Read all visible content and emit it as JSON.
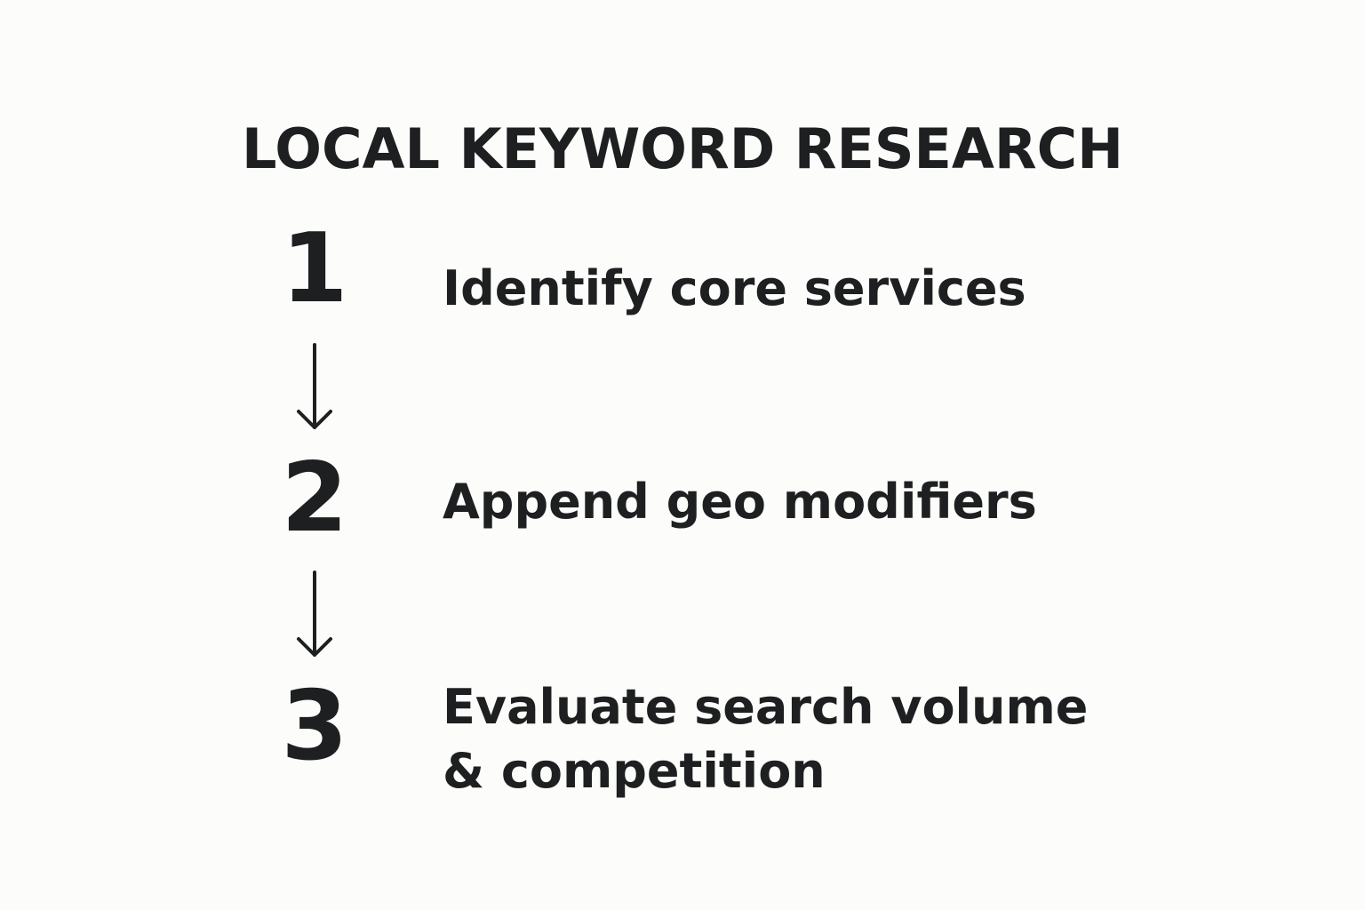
{
  "title": "LOCAL KEYWORD RESEARCH",
  "steps": [
    {
      "number": "1",
      "text": "Identify core services"
    },
    {
      "number": "2",
      "text": "Append geo modifiers"
    },
    {
      "number": "3",
      "line1": "Evaluate search volume",
      "line2": "& competition"
    }
  ],
  "icons": {
    "connector_1": "down-arrow-icon",
    "connector_2": "down-arrow-icon"
  },
  "colors": {
    "background": "#fcfcfa",
    "text": "#1d1f21"
  }
}
